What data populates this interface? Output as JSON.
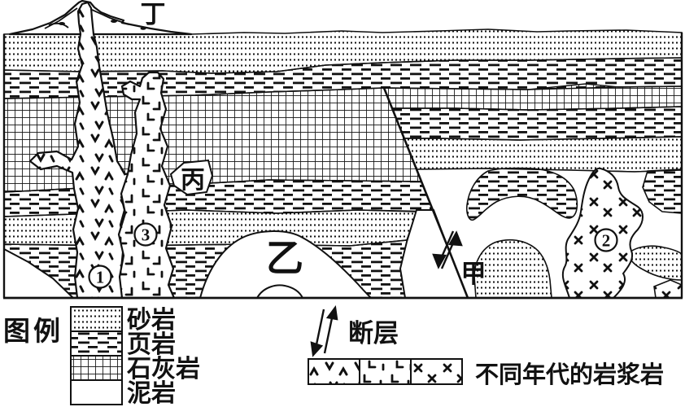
{
  "diagram": {
    "labels": {
      "ding": "丁",
      "bing": "丙",
      "yi": "乙",
      "jia": "甲"
    },
    "intrusions": {
      "n1": "1",
      "n2": "2",
      "n3": "3"
    }
  },
  "legend": {
    "title": "图例",
    "rock_items": [
      {
        "label": "砂岩",
        "pattern": "dots"
      },
      {
        "label": "页岩",
        "pattern": "dashes"
      },
      {
        "label": "石灰岩",
        "pattern": "grid"
      },
      {
        "label": "泥岩",
        "pattern": "blank"
      }
    ],
    "fault_label": "断层",
    "igneous_label": "不同年代的岩浆岩",
    "igneous_patterns": [
      "chevron-marks",
      "hook-marks",
      "x-marks"
    ]
  },
  "colors": {
    "ink": "#111111",
    "paper": "#ffffff"
  }
}
